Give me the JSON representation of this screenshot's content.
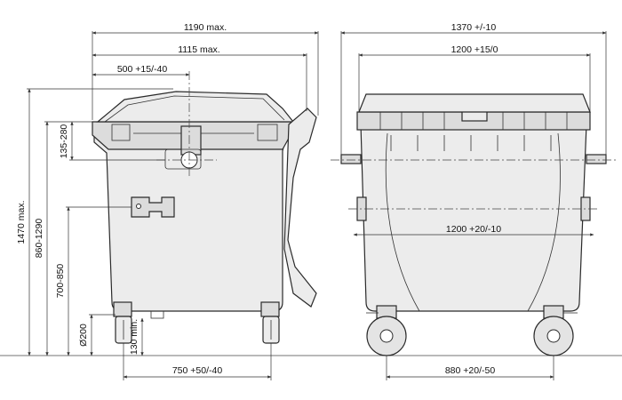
{
  "dimensions": {
    "side": {
      "overall_width": "1190 max.",
      "body_width": "1115 max.",
      "lid_hinge_offset": "500 +15/-40",
      "overall_height": "1470 max.",
      "rim_height": "860-1290",
      "handle_height": "700-850",
      "lid_pin_range": "135-280",
      "wheel_diameter": "Ø200",
      "ground_clearance": "130 min.",
      "wheel_base": "750 +50/-40"
    },
    "front": {
      "overall_width": "1370 +/-10",
      "lid_width": "1200 +15/0",
      "pin_spacing": "1200 +20/-10",
      "wheel_track": "880 +20/-50"
    }
  },
  "colors": {
    "line": "#2a2a2a",
    "fill": "#ececec"
  }
}
